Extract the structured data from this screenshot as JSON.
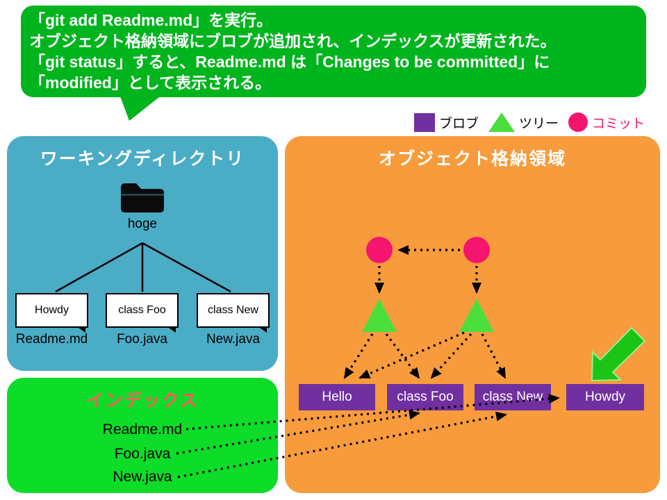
{
  "bubble": {
    "lines": [
      "「git add Readme.md」を実行。",
      "オブジェクト格納領域にブロブが追加され、インデックスが更新された。",
      "「git status」すると、Readme.md は「Changes to be committed」に",
      "「modified」として表示される。"
    ]
  },
  "legend": {
    "blob": "ブロブ",
    "tree": "ツリー",
    "commit": "コミット"
  },
  "working_directory": {
    "title": "ワーキングディレクトリ",
    "folder_name": "hoge",
    "files": [
      {
        "content": "Howdy",
        "filename": "Readme.md"
      },
      {
        "content": "class Foo",
        "filename": "Foo.java"
      },
      {
        "content": "class New",
        "filename": "New.java"
      }
    ]
  },
  "index": {
    "title": "インデックス",
    "entries": [
      "Readme.md",
      "Foo.java",
      "New.java"
    ]
  },
  "object_storage": {
    "title": "オブジェクト格納領域",
    "blobs": [
      "Hello",
      "class Foo",
      "class New",
      "Howdy"
    ]
  },
  "colors": {
    "bubble_green": "#00B41E",
    "index_green": "#0DDC28",
    "working_dir_blue": "#4BACC6",
    "storage_orange": "#F79B3C",
    "blob_purple": "#7030A0",
    "commit_pink": "#F5146E",
    "tree_green": "#4ADE3C",
    "index_title_red": "#FF5E5E",
    "highlight_arrow_green": "#1CC415"
  }
}
